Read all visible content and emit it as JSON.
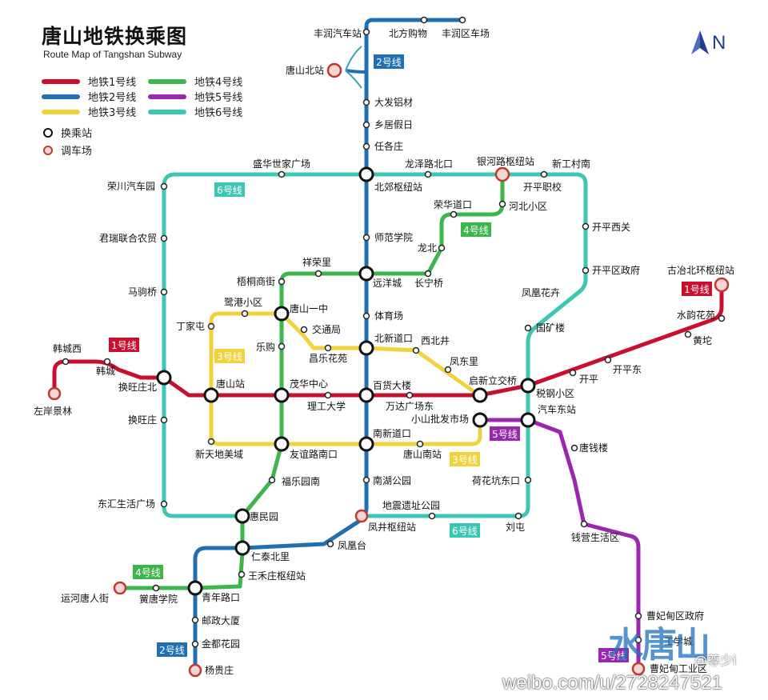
{
  "title": "唐山地铁换乘图",
  "subtitle": "Route Map of Tangshan Subway",
  "north_label": "N",
  "legend": {
    "lines": [
      {
        "label": "地铁1号线",
        "color": "#c8102e"
      },
      {
        "label": "地铁2号线",
        "color": "#1f6fb2"
      },
      {
        "label": "地铁3号线",
        "color": "#f2d23c"
      },
      {
        "label": "地铁4号线",
        "color": "#3cb54a"
      },
      {
        "label": "地铁5号线",
        "color": "#9b27b0"
      },
      {
        "label": "地铁6号线",
        "color": "#3cc6b4"
      }
    ],
    "transfer": "换乘站",
    "depot": "调车场"
  },
  "line_tags": [
    {
      "text": "1号线",
      "color": "#c8102e"
    },
    {
      "text": "1号线",
      "color": "#c8102e"
    },
    {
      "text": "2号线",
      "color": "#1f6fb2"
    },
    {
      "text": "2号线",
      "color": "#1f6fb2"
    },
    {
      "text": "3号线",
      "color": "#f2d23c"
    },
    {
      "text": "3号线",
      "color": "#f2d23c"
    },
    {
      "text": "4号线",
      "color": "#3cb54a"
    },
    {
      "text": "4号线",
      "color": "#3cb54a"
    },
    {
      "text": "5号线",
      "color": "#9b27b0"
    },
    {
      "text": "5号线",
      "color": "#9b27b0"
    },
    {
      "text": "6号线",
      "color": "#3cc6b4"
    },
    {
      "text": "6号线",
      "color": "#3cc6b4"
    }
  ],
  "stations": [
    "丰润汽车站",
    "北方购物",
    "丰润区车场",
    "唐山北站",
    "大发铝材",
    "乡居假日",
    "任各庄",
    "北郊枢纽站",
    "师范学院",
    "远洋城",
    "体育场",
    "北新道口",
    "百货大楼",
    "南新道口",
    "南湖公园",
    "凤井枢纽站",
    "凤凰台",
    "仁泰北里",
    "青年路口",
    "邮政大厦",
    "金都花园",
    "杨贵庄",
    "左岸景林",
    "韩城西",
    "韩城",
    "换旺庄北",
    "唐山站",
    "茂华中心",
    "理工大学",
    "万达广场东",
    "启新立交桥",
    "税钢小区",
    "开平",
    "开平东",
    "黄坨",
    "水韵花苑",
    "古冶北环枢纽站",
    "丁家屯",
    "鹭港小区",
    "唐山一中",
    "交通局",
    "乐购",
    "昌乐花苑",
    "西北井",
    "凤东里",
    "小山批发市场",
    "唐山南站",
    "友谊路南口",
    "新天地美域",
    "运河唐人街",
    "黉唐学院",
    "王禾庄枢纽站",
    "惠民园",
    "福乐园南",
    "祥荣里",
    "梧桐商街",
    "长宁桥",
    "龙北",
    "荣华道口",
    "河北小区",
    "银河路枢纽站",
    "汽车东站",
    "唐钱楼",
    "钱营生活区",
    "曹妃甸区政府",
    "工学城",
    "曹妃甸工业区",
    "盛华世家广场",
    "龙泽路北口",
    "开平职校",
    "新工村南",
    "开平西关",
    "开平区政府",
    "凤凰花卉",
    "国矿楼",
    "荷花坑东口",
    "刘屯",
    "地震遗址公园",
    "东汇生活广场",
    "换旺庄",
    "马驹桥",
    "君瑞联合农贸",
    "荣川汽车园"
  ],
  "watermark": {
    "brand": "水唐山",
    "user": "@尊少i",
    "url": "weibo.com/u/2728247521"
  }
}
